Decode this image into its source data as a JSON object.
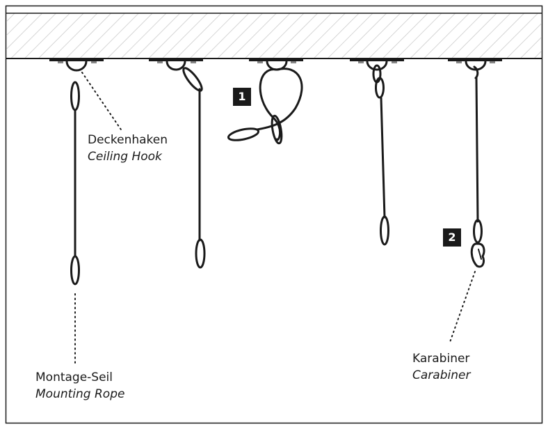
{
  "labels": {
    "ceiling_hook": {
      "de": "Deckenhaken",
      "en": "Ceiling Hook"
    },
    "mounting_rope": {
      "de": "Montage-Seil",
      "en": "Mounting Rope"
    },
    "carabiner": {
      "de": "Karabiner",
      "en": "Carabiner"
    }
  },
  "steps": [
    "1",
    "2"
  ]
}
